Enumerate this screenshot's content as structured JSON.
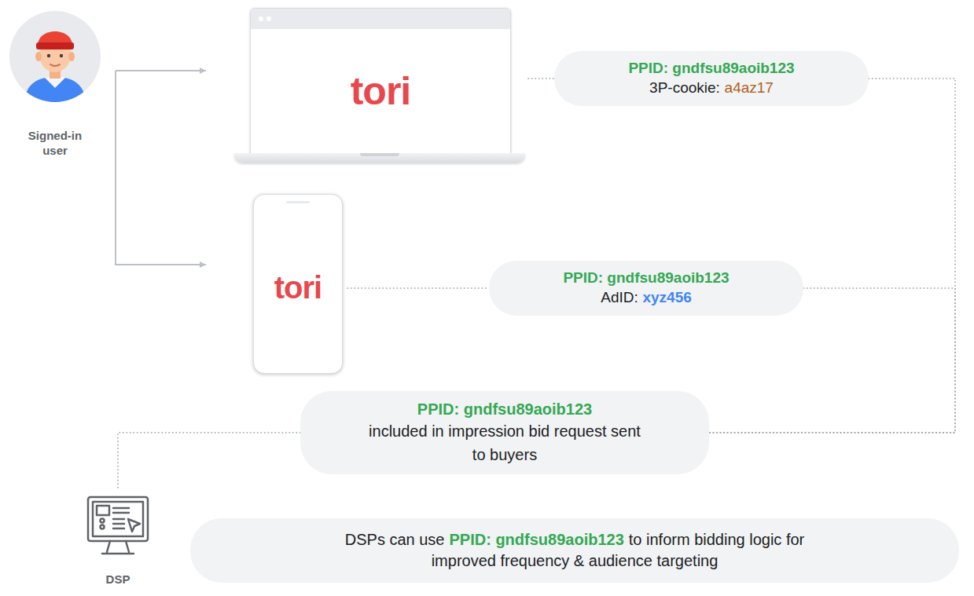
{
  "diagram": {
    "nodes": [
      {
        "text": [
          "Signed-in user"
        ]
      },
      {
        "text": [
          "tori"
        ]
      },
      {
        "text": [
          "PPID: gndfsu89aoib123",
          "3P-cookie:",
          "a4az17"
        ]
      },
      {
        "text": [
          "tori"
        ]
      },
      {
        "text": [
          "PPID: gndfsu89aoib123",
          "AdID:",
          "xyz456"
        ]
      },
      {
        "text": [
          "PPID: gndfsu89aoib123",
          "included in impression bid request sent to buyers"
        ]
      },
      {
        "text": [
          "DSP"
        ]
      },
      {
        "text": [
          "DSPs can use",
          "PPID: gndfsu89aoib123",
          "to inform bidding logic for improved frequency & audience targeting"
        ]
      }
    ],
    "edges": [
      {
        "from": 0,
        "to": 1,
        "arrow": "to"
      },
      {
        "from": 0,
        "to": 3,
        "arrow": "to"
      },
      {
        "from": 1,
        "to": 2,
        "arrow": "none"
      },
      {
        "from": 3,
        "to": 4,
        "arrow": "none"
      },
      {
        "from": 2,
        "to": 5,
        "arrow": "none"
      },
      {
        "from": 4,
        "to": 5,
        "arrow": "none"
      },
      {
        "from": 5,
        "to": 6,
        "arrow": "none"
      }
    ]
  }
}
